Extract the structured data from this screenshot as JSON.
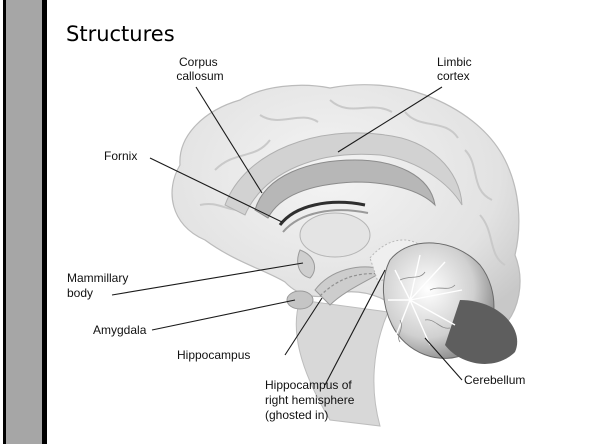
{
  "slide": {
    "title": "Structures"
  },
  "diagram": {
    "labels": {
      "corpus_callosum": [
        "Corpus",
        "callosum"
      ],
      "limbic_cortex": [
        "Limbic",
        "cortex"
      ],
      "fornix": [
        "Fornix"
      ],
      "mammillary_body": [
        "Mammillary",
        "body"
      ],
      "amygdala": [
        "Amygdala"
      ],
      "hippocampus": [
        "Hippocampus"
      ],
      "hippocampus_right": [
        "Hippocampus of",
        "right hemisphere",
        "(ghosted in)"
      ],
      "cerebellum": [
        "Cerebellum"
      ]
    }
  },
  "colors": {
    "side_band": "#a6a6a6",
    "brain_fill": "#e6e6e6",
    "brain_shadow": "#bdbdbd",
    "cerebellum_dark": "#5a5a5a"
  }
}
